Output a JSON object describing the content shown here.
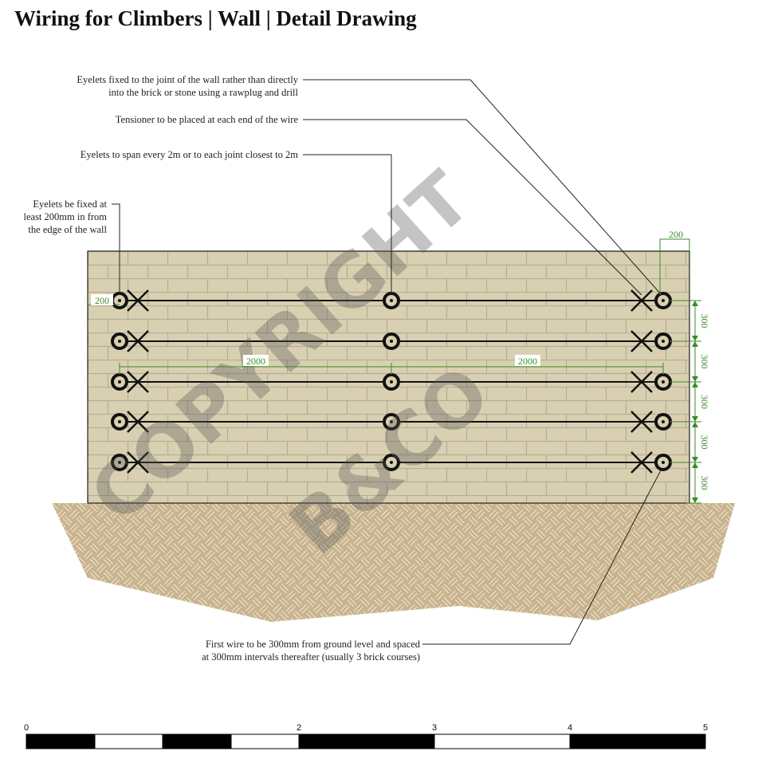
{
  "title": "Wiring for Climbers | Wall | Detail Drawing",
  "annotations": {
    "eyelets_joint": [
      "Eyelets fixed to the joint of the wall rather than directly",
      "into the brick or stone using a rawplug and drill"
    ],
    "tensioner": "Tensioner to be placed at each end of the wire",
    "span": "Eyelets to span every 2m or to each joint closest to 2m",
    "edge": [
      "Eyelets be fixed at",
      "least 200mm in from",
      "the edge of the wall"
    ],
    "first_wire": [
      "First wire to be 300mm from ground level and spaced",
      "at 300mm intervals thereafter (usually 3 brick courses)"
    ]
  },
  "dimensions": {
    "edge_left": "200",
    "edge_right": "200",
    "span_left": "2000",
    "span_right": "2000",
    "vertical": [
      "300",
      "300",
      "300",
      "300",
      "300"
    ]
  },
  "watermark": [
    "COPYRIGHT",
    "B&CO"
  ],
  "scale_bar": {
    "labels": [
      "0",
      "2",
      "3",
      "4",
      "5"
    ]
  },
  "colors": {
    "dimension": "#3a8a2a",
    "wall": "#d9d0b1",
    "ground": "#c9b48f"
  }
}
